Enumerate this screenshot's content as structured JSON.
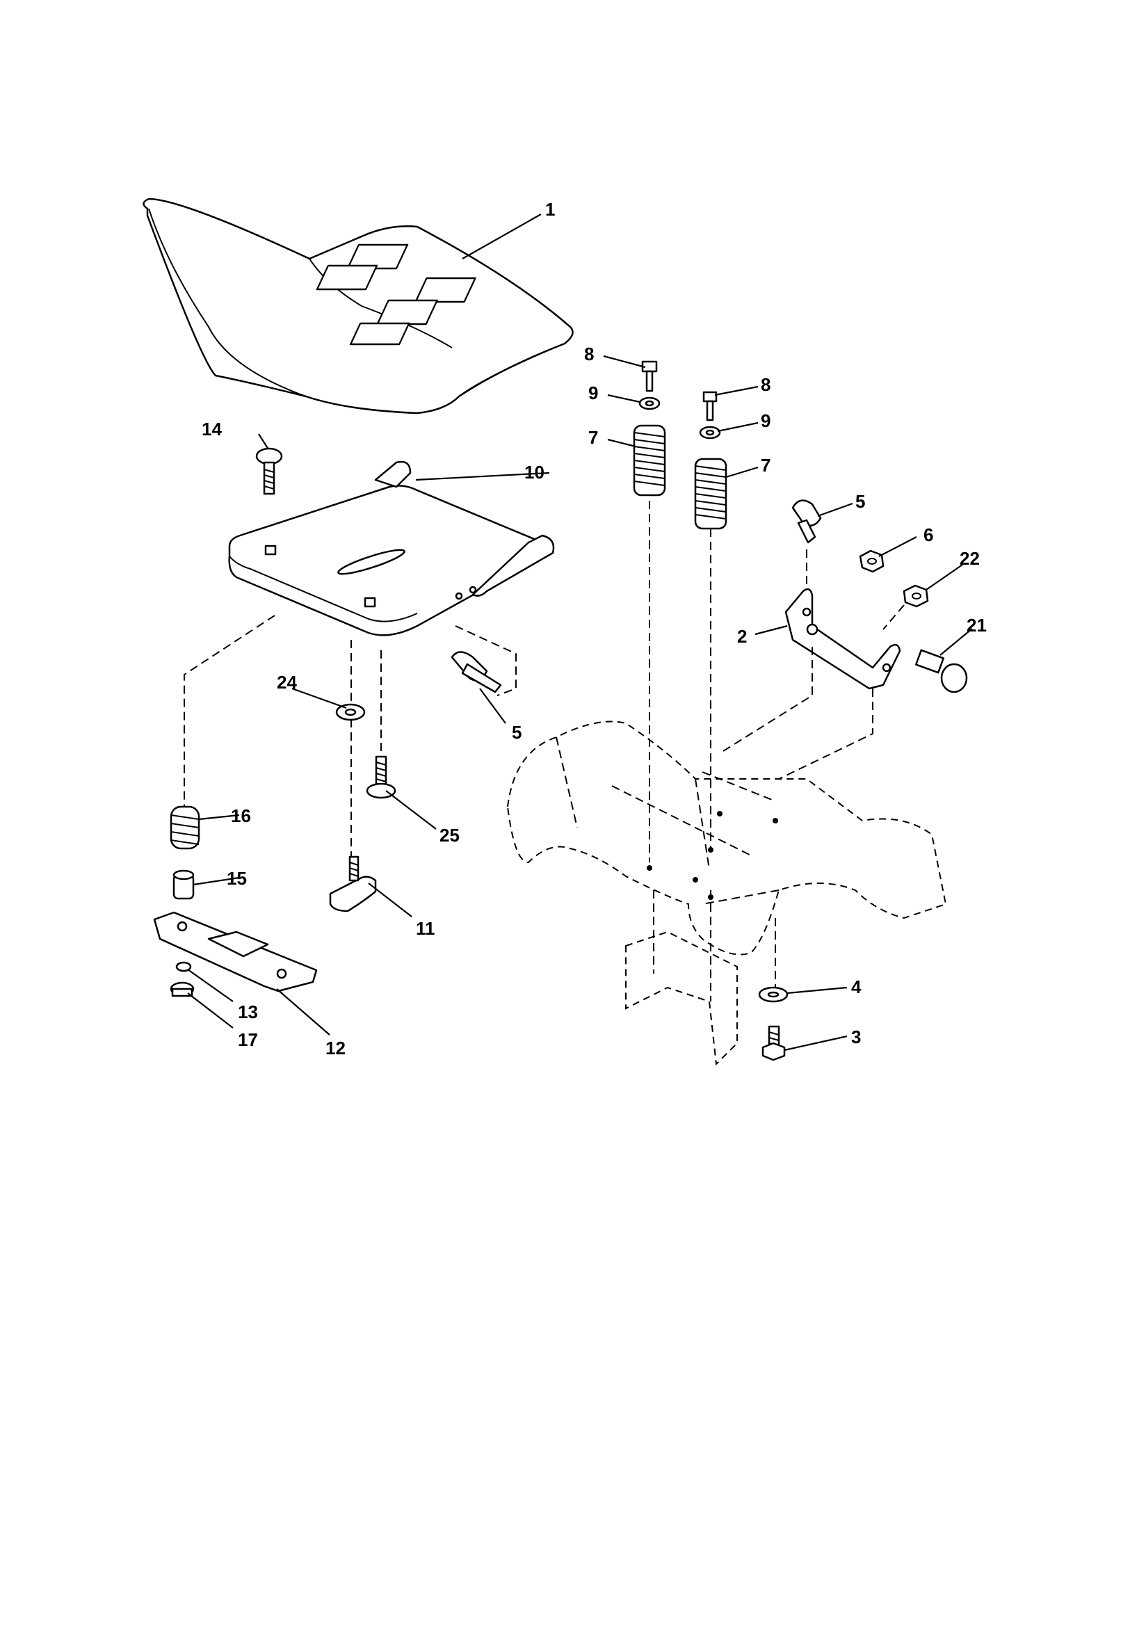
{
  "diagram": {
    "callouts": [
      {
        "id": "c1",
        "text": "1"
      },
      {
        "id": "c8a",
        "text": "8"
      },
      {
        "id": "c8b",
        "text": "8"
      },
      {
        "id": "c9a",
        "text": "9"
      },
      {
        "id": "c9b",
        "text": "9"
      },
      {
        "id": "c7a",
        "text": "7"
      },
      {
        "id": "c7b",
        "text": "7"
      },
      {
        "id": "c14",
        "text": "14"
      },
      {
        "id": "c10",
        "text": "10"
      },
      {
        "id": "c5a",
        "text": "5"
      },
      {
        "id": "c5b",
        "text": "5"
      },
      {
        "id": "c6",
        "text": "6"
      },
      {
        "id": "c22",
        "text": "22"
      },
      {
        "id": "c2",
        "text": "2"
      },
      {
        "id": "c21",
        "text": "21"
      },
      {
        "id": "c24",
        "text": "24"
      },
      {
        "id": "c16",
        "text": "16"
      },
      {
        "id": "c25",
        "text": "25"
      },
      {
        "id": "c15",
        "text": "15"
      },
      {
        "id": "c11",
        "text": "11"
      },
      {
        "id": "c4",
        "text": "4"
      },
      {
        "id": "c3",
        "text": "3"
      },
      {
        "id": "c13",
        "text": "13"
      },
      {
        "id": "c17",
        "text": "17"
      },
      {
        "id": "c12",
        "text": "12"
      }
    ]
  }
}
